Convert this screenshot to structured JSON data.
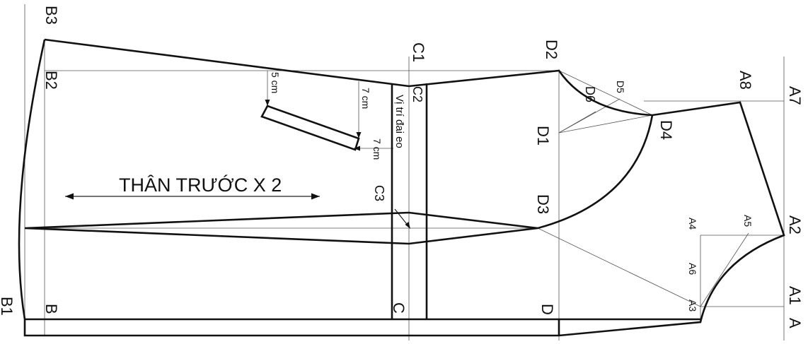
{
  "diagram": {
    "title": "THÂN TRƯỚC X 2",
    "belt_label": "Vị trí đai eo",
    "measurements": {
      "dart_5cm": "5 cm",
      "dart_7cm": "7 cm",
      "belt_7cm": "7 cm"
    },
    "points": {
      "B3": "B3",
      "B2": "B2",
      "B1": "B1",
      "B": "B",
      "C1": "C1",
      "C2": "C2",
      "C3": "C3",
      "C": "C",
      "D2": "D2",
      "D1": "D1",
      "D3": "D3",
      "D": "D",
      "D4": "D4",
      "D5": "D5",
      "D6": "D6",
      "A8": "A8",
      "A7": "A7",
      "A2": "A2",
      "A1": "A1",
      "A": "A",
      "A3": "A3",
      "A4": "A4",
      "A5": "A5",
      "A6": "A6"
    },
    "line_color": "#111111"
  }
}
